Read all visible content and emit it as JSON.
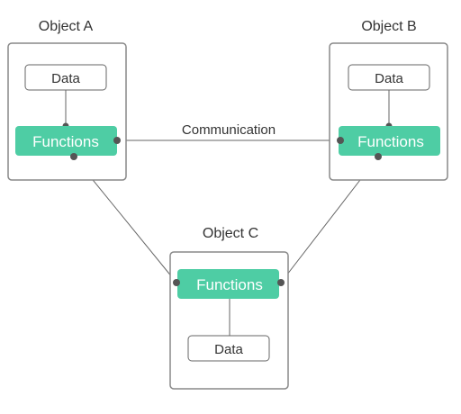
{
  "objects": {
    "a": {
      "title": "Object A",
      "data_label": "Data",
      "functions_label": "Functions"
    },
    "b": {
      "title": "Object B",
      "data_label": "Data",
      "functions_label": "Functions"
    },
    "c": {
      "title": "Object C",
      "data_label": "Data",
      "functions_label": "Functions"
    }
  },
  "connections": {
    "a_b_label": "Communication"
  },
  "colors": {
    "functions_fill": "#4ecda4",
    "box_border": "#888888",
    "line": "#666666",
    "connector_dot": "#555555"
  }
}
